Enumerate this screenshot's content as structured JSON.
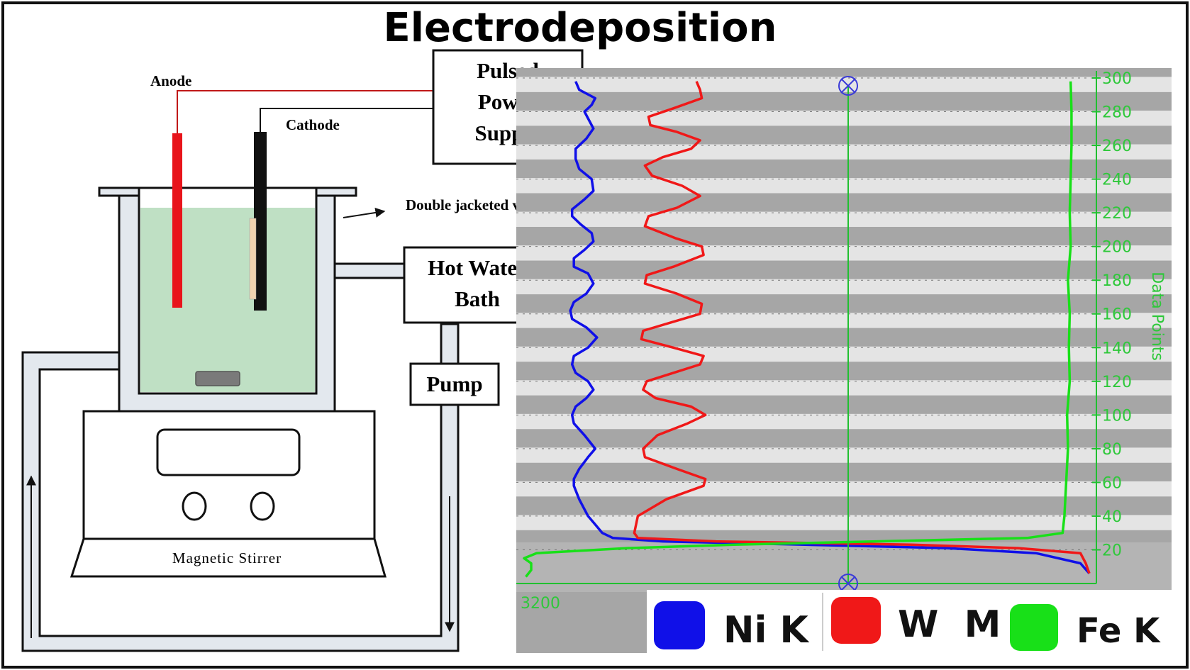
{
  "title": "Electrodeposition",
  "apparatus": {
    "anode_label": "Anode",
    "cathode_label": "Cathode",
    "power_supply_lines": [
      "Pulsed",
      "Power",
      "Supply"
    ],
    "vessel_label": "Double jacketed vessel",
    "water_bath_lines": [
      "Hot Water",
      "Bath"
    ],
    "pump_label": "Pump",
    "stirrer_label": "Magnetic Stirrer"
  },
  "colors": {
    "anode": "#e8141b",
    "cathode": "#111111",
    "electrolyte": "#bfe0c4",
    "jacket": "#e3e8ee",
    "ni": "#1010e8",
    "w": "#f01818",
    "fe": "#18e018",
    "axis": "#2ec83a"
  },
  "chart_data": {
    "type": "line",
    "y_axis": {
      "label": "Data Points",
      "ticks": [
        20,
        40,
        60,
        80,
        100,
        120,
        140,
        160,
        180,
        200,
        220,
        240,
        260,
        280,
        300
      ],
      "range": [
        0,
        300
      ]
    },
    "x_axis": {
      "visible_tick": "3200"
    },
    "legend": [
      {
        "name": "Ni K",
        "color": "#1010e8"
      },
      {
        "name": "W  M",
        "color": "#f01818"
      },
      {
        "name": "Fe K",
        "color": "#18e018"
      }
    ],
    "legend_position": "bottom",
    "series": [
      {
        "name": "Ni K",
        "points": [
          [
            6,
            3200
          ],
          [
            12,
            3150
          ],
          [
            18,
            2900
          ],
          [
            21,
            2400
          ],
          [
            23,
            1600
          ],
          [
            25,
            800
          ],
          [
            27,
            520
          ],
          [
            30,
            460
          ],
          [
            35,
            420
          ],
          [
            40,
            380
          ],
          [
            50,
            330
          ],
          [
            58,
            300
          ],
          [
            62,
            300
          ],
          [
            68,
            330
          ],
          [
            75,
            380
          ],
          [
            80,
            420
          ],
          [
            88,
            360
          ],
          [
            95,
            300
          ],
          [
            100,
            290
          ],
          [
            105,
            310
          ],
          [
            110,
            370
          ],
          [
            115,
            410
          ],
          [
            120,
            380
          ],
          [
            125,
            310
          ],
          [
            130,
            290
          ],
          [
            135,
            300
          ],
          [
            140,
            380
          ],
          [
            146,
            430
          ],
          [
            152,
            370
          ],
          [
            157,
            290
          ],
          [
            162,
            280
          ],
          [
            167,
            300
          ],
          [
            172,
            370
          ],
          [
            178,
            410
          ],
          [
            184,
            380
          ],
          [
            188,
            300
          ],
          [
            193,
            300
          ],
          [
            198,
            360
          ],
          [
            203,
            410
          ],
          [
            208,
            400
          ],
          [
            213,
            340
          ],
          [
            218,
            290
          ],
          [
            222,
            290
          ],
          [
            228,
            360
          ],
          [
            233,
            410
          ],
          [
            240,
            400
          ],
          [
            246,
            330
          ],
          [
            252,
            310
          ],
          [
            258,
            310
          ],
          [
            264,
            370
          ],
          [
            270,
            410
          ],
          [
            276,
            380
          ],
          [
            280,
            360
          ],
          [
            284,
            400
          ],
          [
            288,
            420
          ],
          [
            293,
            330
          ],
          [
            298,
            310
          ]
        ]
      },
      {
        "name": "W  M",
        "points": [
          [
            6,
            3200
          ],
          [
            12,
            3180
          ],
          [
            18,
            3150
          ],
          [
            21,
            2800
          ],
          [
            23,
            2200
          ],
          [
            25,
            1100
          ],
          [
            27,
            660
          ],
          [
            30,
            640
          ],
          [
            35,
            650
          ],
          [
            40,
            660
          ],
          [
            50,
            820
          ],
          [
            58,
            1030
          ],
          [
            62,
            1040
          ],
          [
            68,
            880
          ],
          [
            75,
            700
          ],
          [
            80,
            690
          ],
          [
            88,
            770
          ],
          [
            95,
            940
          ],
          [
            100,
            1040
          ],
          [
            105,
            960
          ],
          [
            110,
            760
          ],
          [
            115,
            690
          ],
          [
            120,
            710
          ],
          [
            125,
            860
          ],
          [
            130,
            1010
          ],
          [
            135,
            1030
          ],
          [
            140,
            860
          ],
          [
            145,
            680
          ],
          [
            150,
            690
          ],
          [
            155,
            850
          ],
          [
            160,
            1010
          ],
          [
            166,
            1020
          ],
          [
            172,
            880
          ],
          [
            178,
            700
          ],
          [
            183,
            710
          ],
          [
            188,
            860
          ],
          [
            195,
            1030
          ],
          [
            200,
            1020
          ],
          [
            205,
            870
          ],
          [
            212,
            700
          ],
          [
            218,
            720
          ],
          [
            223,
            880
          ],
          [
            230,
            1010
          ],
          [
            236,
            910
          ],
          [
            242,
            740
          ],
          [
            248,
            700
          ],
          [
            253,
            800
          ],
          [
            258,
            960
          ],
          [
            263,
            1010
          ],
          [
            268,
            880
          ],
          [
            272,
            730
          ],
          [
            277,
            720
          ],
          [
            282,
            860
          ],
          [
            288,
            1020
          ],
          [
            293,
            1010
          ],
          [
            298,
            990
          ]
        ]
      },
      {
        "name": "Fe K",
        "points": [
          [
            4,
            30
          ],
          [
            8,
            60
          ],
          [
            12,
            60
          ],
          [
            15,
            20
          ],
          [
            18,
            90
          ],
          [
            21,
            600
          ],
          [
            23,
            1200
          ],
          [
            25,
            2000
          ],
          [
            27,
            2850
          ],
          [
            30,
            3050
          ],
          [
            40,
            3060
          ],
          [
            60,
            3070
          ],
          [
            80,
            3080
          ],
          [
            100,
            3075
          ],
          [
            120,
            3090
          ],
          [
            140,
            3085
          ],
          [
            160,
            3090
          ],
          [
            180,
            3080
          ],
          [
            200,
            3095
          ],
          [
            220,
            3090
          ],
          [
            240,
            3095
          ],
          [
            260,
            3100
          ],
          [
            280,
            3100
          ],
          [
            298,
            3095
          ]
        ]
      }
    ]
  }
}
